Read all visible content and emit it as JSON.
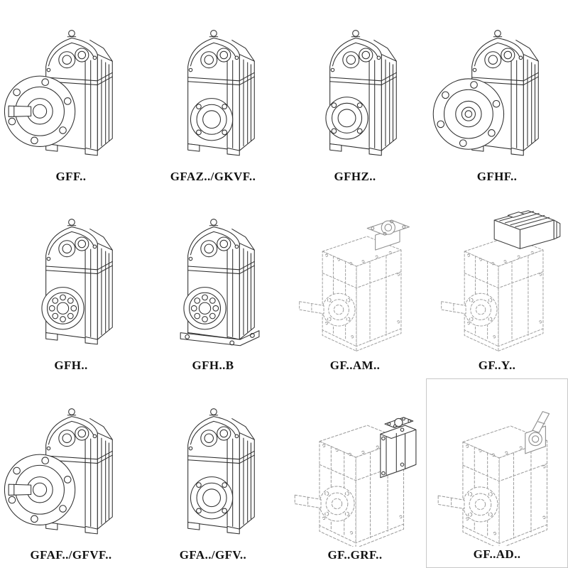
{
  "page": {
    "background": "#ffffff",
    "description": "Catalog sheet of parallel-shaft helical gearbox variants, 4 columns x 3 rows of isometric line drawings with model codes"
  },
  "catalog": {
    "colors": {
      "line": "#2e2e2e",
      "dashed_line": "#9b9b9b",
      "label": "#111111",
      "box_border": "#c8c8c8"
    },
    "cells": [
      {
        "label": "GFF..",
        "drawing": "gearbox-output-flange-with-shaft",
        "line_style": "solid"
      },
      {
        "label": "GFAZ../GKVF..",
        "drawing": "gearbox-hollow-shaft",
        "line_style": "solid"
      },
      {
        "label": "GFHZ..",
        "drawing": "gearbox-hollow-shaft-side",
        "line_style": "solid"
      },
      {
        "label": "GFHF..",
        "drawing": "gearbox-output-flange-hollow",
        "line_style": "solid"
      },
      {
        "label": "GFH..",
        "drawing": "gearbox-hollow-shaft-bearing",
        "line_style": "solid"
      },
      {
        "label": "GFH..B",
        "drawing": "gearbox-hollow-shaft-foot-mount",
        "line_style": "solid"
      },
      {
        "label": "GF..AM..",
        "drawing": "gearbox-motor-adapter-flange",
        "line_style": "dashed"
      },
      {
        "label": "GF..Y..",
        "drawing": "gearbox-with-mounted-motor",
        "line_style": "dashed"
      },
      {
        "label": "GFAF../GFVF..",
        "drawing": "gearbox-output-flange-with-shaft",
        "line_style": "solid"
      },
      {
        "label": "GFA../GFV..",
        "drawing": "gearbox-hollow-shaft",
        "line_style": "solid"
      },
      {
        "label": "GF..GRF..",
        "drawing": "gearbox-input-adapter-block",
        "line_style": "dashed"
      },
      {
        "label": "GF..AD..",
        "drawing": "gearbox-free-input-shaft",
        "line_style": "dashed"
      }
    ]
  }
}
